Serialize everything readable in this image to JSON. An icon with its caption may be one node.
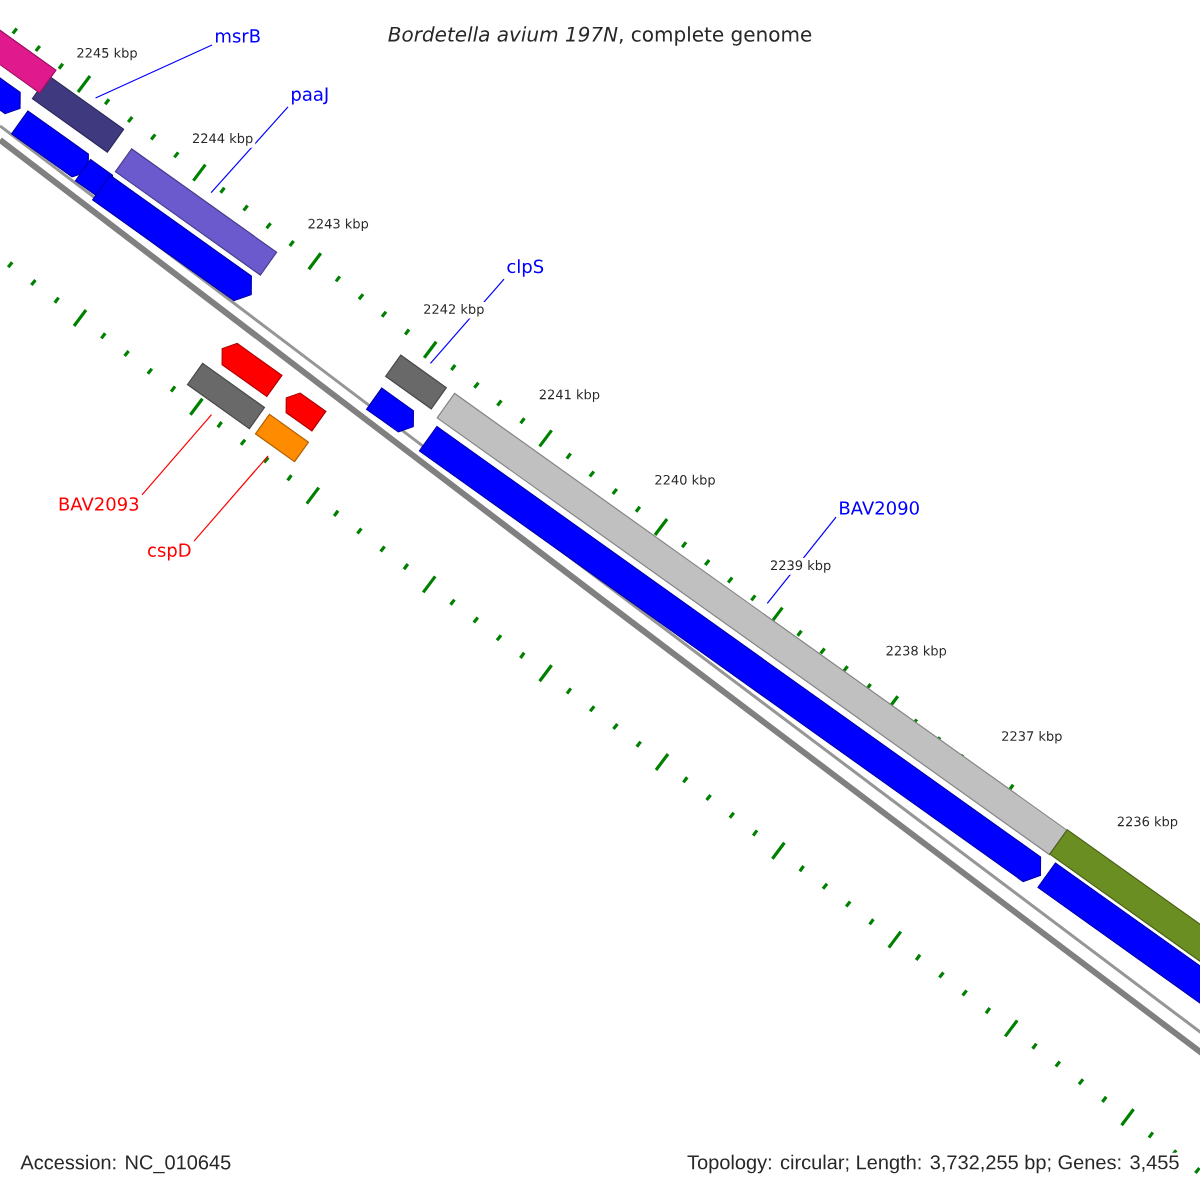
{
  "diagram": {
    "title": "*Bordetella avium 197N*, complete genome",
    "nodes": [
      {
        "text": [
          "msrB"
        ]
      },
      {
        "text": [],
        "shape": "bar"
      },
      {
        "text": [
          "paaJ"
        ]
      },
      {
        "text": [],
        "shape": "bar"
      },
      {
        "text": [
          "clpS"
        ]
      },
      {
        "text": [],
        "shape": "bar"
      },
      {
        "text": [
          "BAV2090"
        ]
      },
      {
        "text": [],
        "shape": "bar"
      },
      {
        "text": [
          "BAV2093"
        ]
      },
      {
        "text": [],
        "shape": "bar"
      },
      {
        "text": [
          "cspD"
        ]
      },
      {
        "text": [],
        "shape": "bar"
      },
      {
        "text": [],
        "shape": "bar"
      },
      {
        "text": [],
        "shape": "bar"
      },
      {
        "text": [],
        "shape": "bar"
      },
      {
        "text": [],
        "shape": "bar"
      },
      {
        "text": [],
        "shape": "bar"
      },
      {
        "text": [],
        "shape": "bar"
      },
      {
        "text": [],
        "shape": "bar"
      },
      {
        "text": [],
        "shape": "bar"
      },
      {
        "text": [],
        "shape": "bar"
      },
      {
        "text": [],
        "shape": "bar"
      },
      {
        "text": [],
        "shape": "bar"
      }
    ],
    "edges": [
      {
        "from": 0,
        "to": 1,
        "arrow": "none"
      },
      {
        "from": 2,
        "to": 3,
        "arrow": "none"
      },
      {
        "from": 4,
        "to": 5,
        "arrow": "none"
      },
      {
        "from": 6,
        "to": 7,
        "arrow": "none"
      },
      {
        "from": 8,
        "to": 9,
        "arrow": "none",
        "color": "#ff0000"
      },
      {
        "from": 10,
        "to": 11,
        "arrow": "none",
        "color": "#ff0000"
      }
    ],
    "labels": [
      "2245 kbp",
      "2244 kbp",
      "2243 kbp",
      "2242 kbp",
      "2241 kbp",
      "2240 kbp",
      "2239 kbp",
      "2238 kbp",
      "2237 kbp",
      "2236 kbp",
      "Accession: NC_010645",
      "Topology: circular; Length: 3,732,255 bp; Genes: 3,455"
    ]
  }
}
